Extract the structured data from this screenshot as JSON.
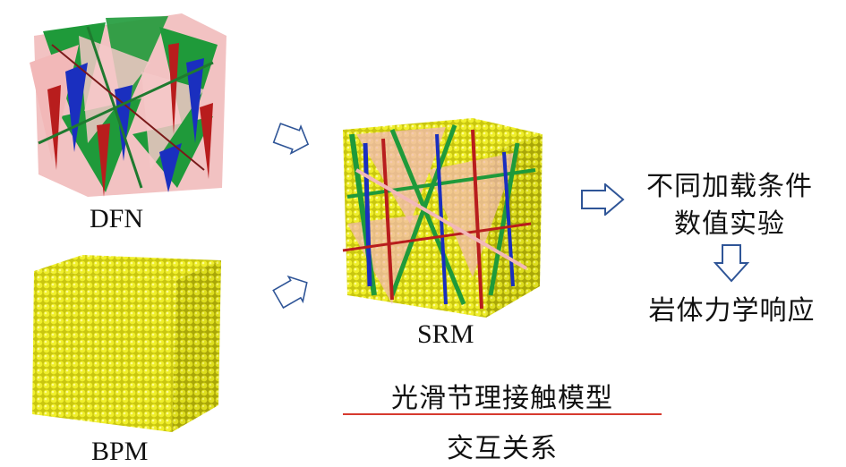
{
  "labels": {
    "dfn": "DFN",
    "bpm": "BPM",
    "srm": "SRM"
  },
  "right_text": {
    "line1": "不同加载条件",
    "line2": "数值实验",
    "result": "岩体力学响应"
  },
  "bottom": {
    "top_text": "光滑节理接触模型",
    "bottom_text": "交互关系"
  },
  "colors": {
    "arrow_stroke": "#2f5597",
    "separator_line": "#d63a2f",
    "particle_yellow": "#e8e81a",
    "joint_pink": "#f2b8b8",
    "joint_green": "#1f9a3a",
    "joint_blue": "#1a2fbf",
    "joint_red": "#b81d1d"
  },
  "icons": [
    "dfn-cube-image",
    "bpm-cube-image",
    "srm-cube-image",
    "hollow-right-arrow-icon",
    "hollow-down-arrow-icon"
  ]
}
